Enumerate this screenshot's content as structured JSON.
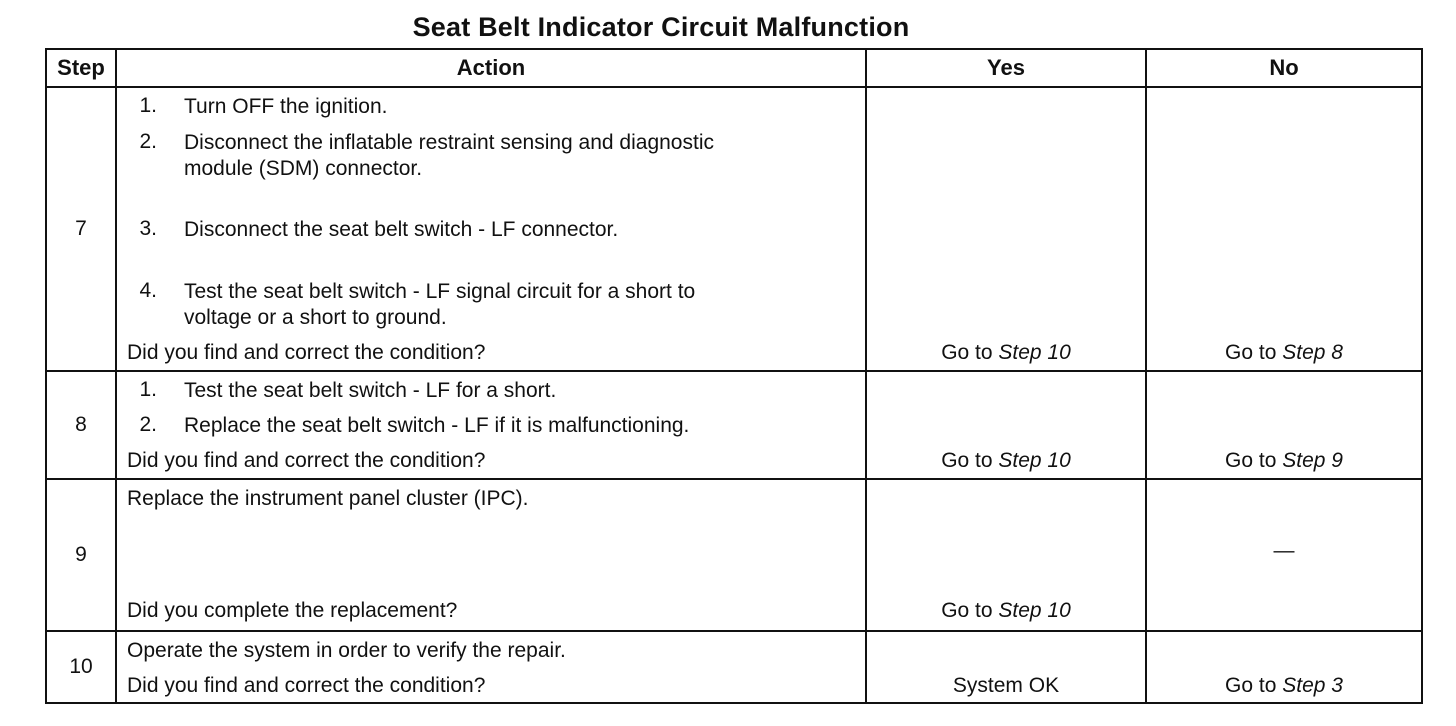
{
  "title": "Seat Belt Indicator Circuit Malfunction",
  "headers": {
    "step": "Step",
    "action": "Action",
    "yes": "Yes",
    "no": "No"
  },
  "rows": [
    {
      "step": "7",
      "items": [
        {
          "num": "1.",
          "line1": "Turn OFF the ignition.",
          "line2": ""
        },
        {
          "num": "2.",
          "line1": "Disconnect the inflatable restraint sensing and diagnostic",
          "line2": "module (SDM) connector."
        },
        {
          "num": "3.",
          "line1": "Disconnect the seat belt switch - LF connector.",
          "line2": ""
        },
        {
          "num": "4.",
          "line1": "Test the seat belt switch - LF signal circuit for a short to",
          "line2": "voltage or a short to ground."
        }
      ],
      "question": "Did you find and correct the condition?",
      "yes_prefix": "Go to ",
      "yes_step": "Step 10",
      "no_prefix": "Go to ",
      "no_step": "Step 8"
    },
    {
      "step": "8",
      "items": [
        {
          "num": "1.",
          "line1": "Test the seat belt switch - LF for a short."
        },
        {
          "num": "2.",
          "line1": "Replace the seat belt switch - LF if it is malfunctioning."
        }
      ],
      "question": "Did you find and correct the condition?",
      "yes_prefix": "Go to ",
      "yes_step": "Step 10",
      "no_prefix": "Go to ",
      "no_step": "Step 9"
    },
    {
      "step": "9",
      "text": "Replace the instrument panel cluster (IPC).",
      "question": "Did you complete the replacement?",
      "yes_prefix": "Go to ",
      "yes_step": "Step 10",
      "no_text": "—"
    },
    {
      "step": "10",
      "text": "Operate the system in order to verify the repair.",
      "question": "Did you find and correct the condition?",
      "yes_text": "System OK",
      "no_prefix": "Go to ",
      "no_step": "Step 3"
    }
  ]
}
